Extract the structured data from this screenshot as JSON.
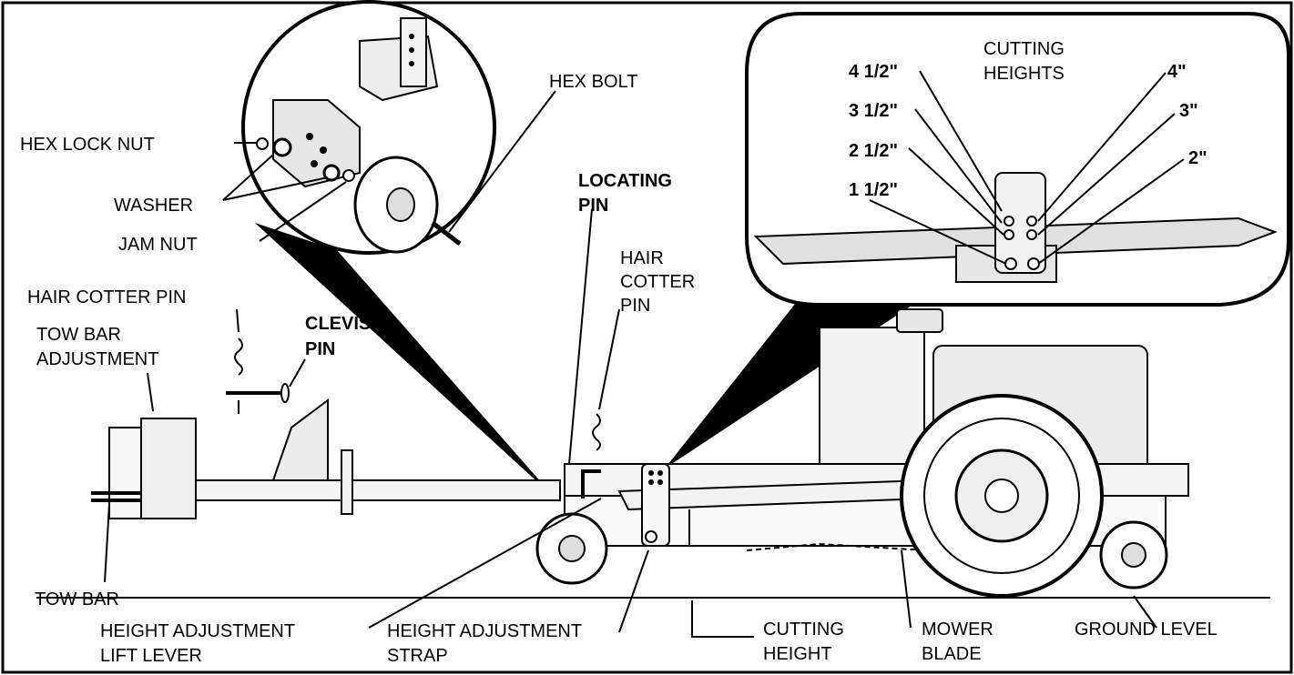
{
  "labels": {
    "hex_lock_nut": "HEX LOCK NUT",
    "washer": "WASHER",
    "jam_nut": "JAM NUT",
    "hex_bolt": "HEX BOLT",
    "hair_cotter_pin_left": "HAIR COTTER PIN",
    "tow_bar_adjustment_1": "TOW BAR",
    "tow_bar_adjustment_2": "ADJUSTMENT",
    "clevis_pin_1": "CLEVIS",
    "clevis_pin_2": "PIN",
    "locating_pin_1": "LOCATING",
    "locating_pin_2": "PIN",
    "hair_cotter_pin_right_1": "HAIR",
    "hair_cotter_pin_right_2": "COTTER",
    "hair_cotter_pin_right_3": "PIN",
    "tow_bar": "TOW BAR",
    "height_adjustment_lift_lever_1": "HEIGHT ADJUSTMENT",
    "height_adjustment_lift_lever_2": "LIFT LEVER",
    "height_adjustment_strap_1": "HEIGHT ADJUSTMENT",
    "height_adjustment_strap_2": "STRAP",
    "cutting_height_1": "CUTTING",
    "cutting_height_2": "HEIGHT",
    "mower_blade_1": "MOWER",
    "mower_blade_2": "BLADE",
    "ground_level": "GROUND LEVEL"
  },
  "cutting_heights": {
    "title_1": "CUTTING",
    "title_2": "HEIGHTS",
    "left": [
      "4 1/2\"",
      "3 1/2\"",
      "2 1/2\"",
      "1 1/2\""
    ],
    "right": [
      "4\"",
      "3\"",
      "2\""
    ]
  }
}
